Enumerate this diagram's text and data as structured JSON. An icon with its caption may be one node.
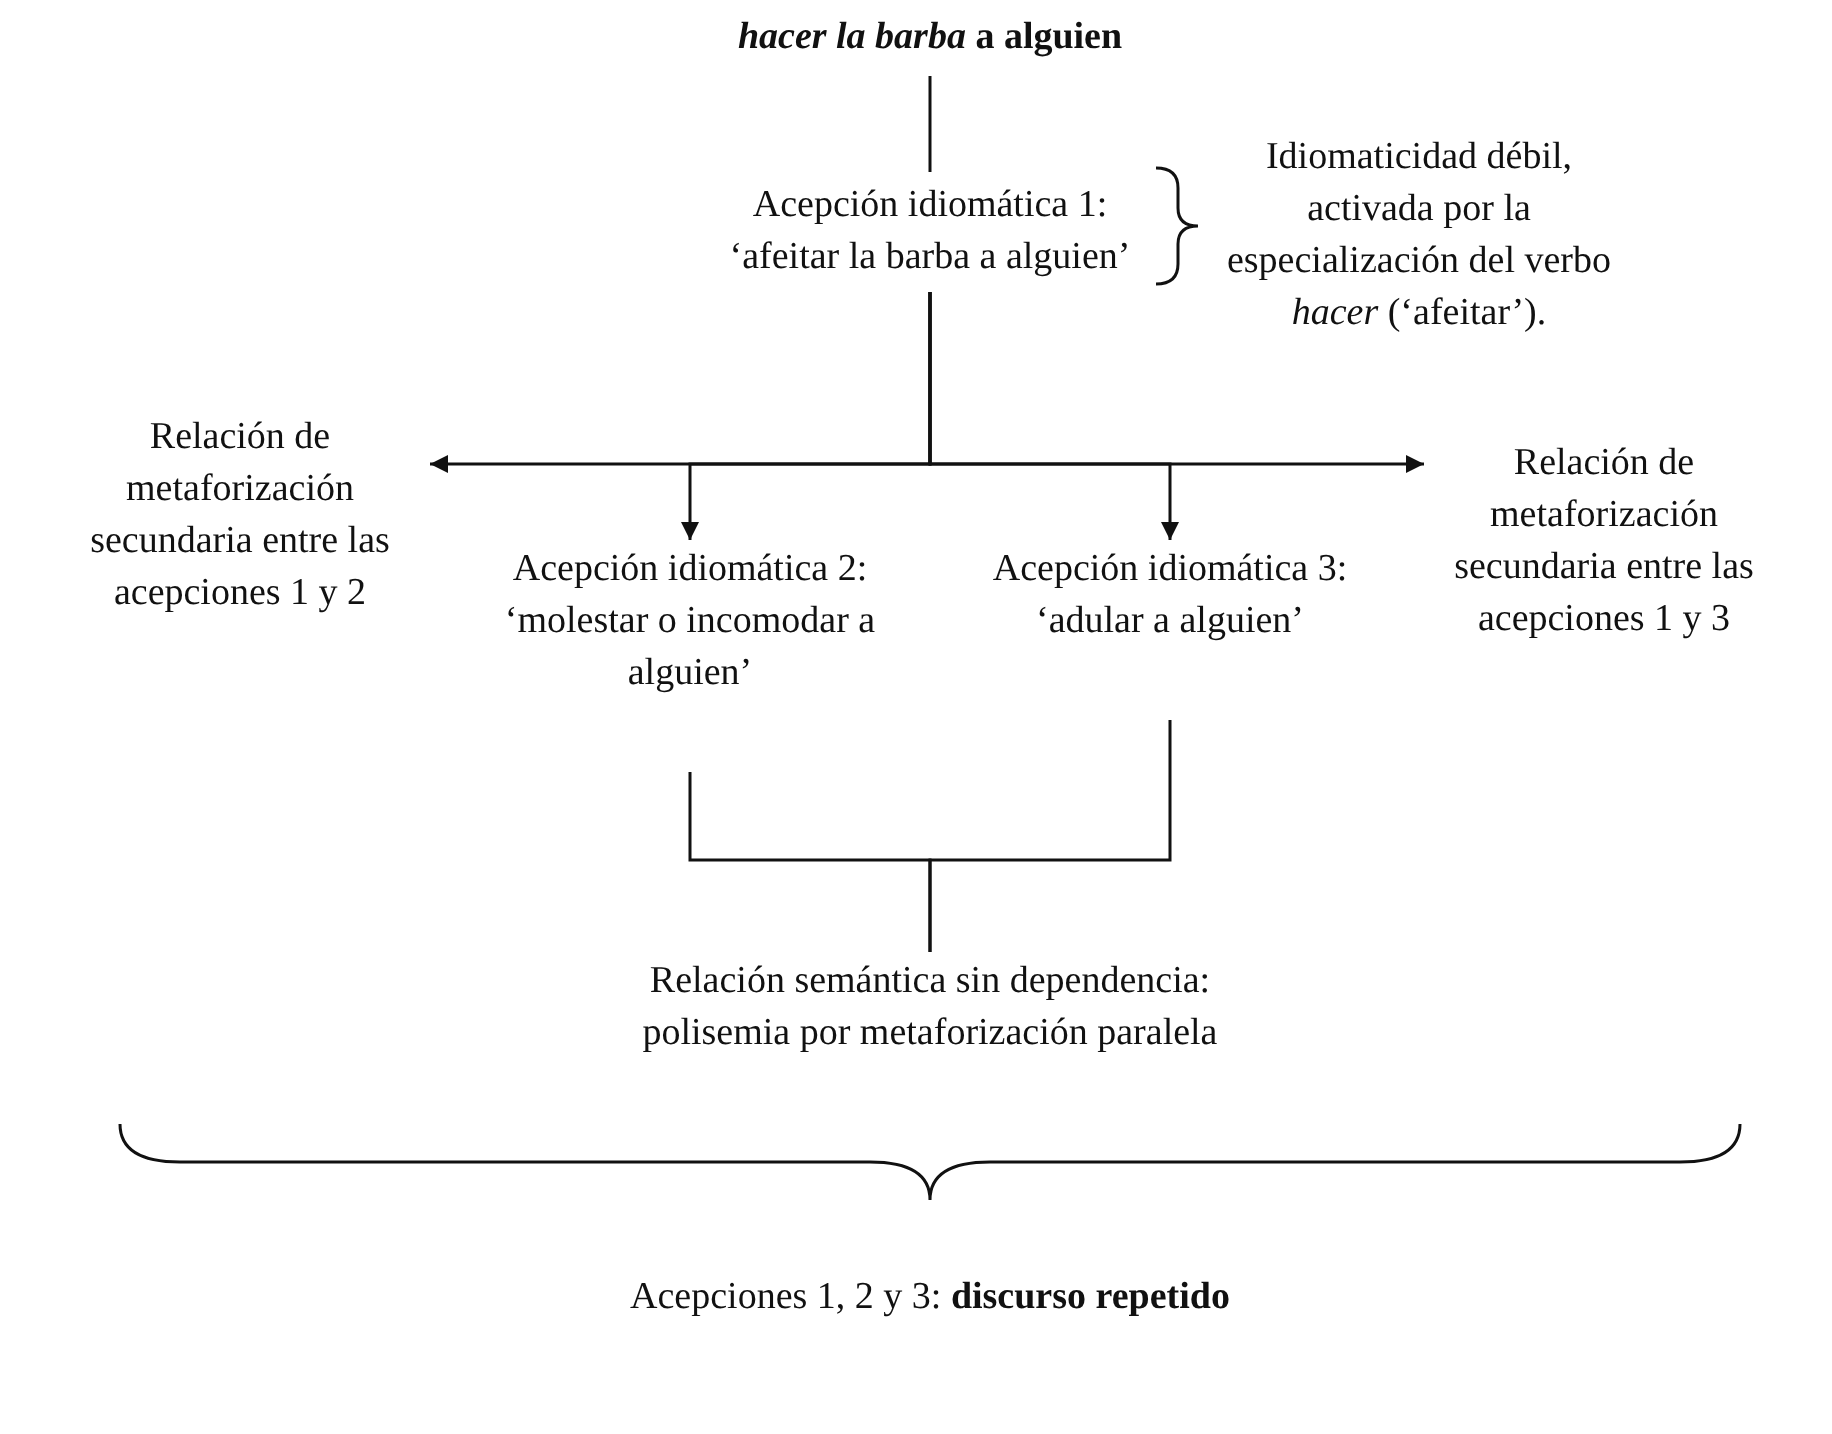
{
  "diagram": {
    "nodes": [
      {
        "text": [
          "*hacer la barba* a alguien"
        ]
      },
      {
        "text": [
          "Acepción idiomática 1: ‘afeitar la barba a alguien’"
        ]
      },
      {
        "text": [
          "Relación de metaforización secundaria entre las acepciones 1 y 2"
        ]
      },
      {
        "text": [
          "Relación de metaforización secundaria entre las acepciones 1 y 3"
        ]
      },
      {
        "text": [
          "Acepción idiomática 2: ‘molestar o incomodar a alguien’"
        ]
      },
      {
        "text": [
          "Acepción idiomática 3: ‘adular a alguien’"
        ]
      },
      {
        "text": [
          "Relación semántica sin dependencia: polisemia por metaforización paralela"
        ]
      }
    ],
    "edges": [
      {
        "from": 0,
        "to": 1,
        "arrow": "none"
      },
      {
        "from": 1,
        "to": 2,
        "arrow": "to"
      },
      {
        "from": 1,
        "to": 3,
        "arrow": "to"
      },
      {
        "from": 1,
        "to": 4,
        "arrow": "to"
      },
      {
        "from": 1,
        "to": 5,
        "arrow": "to"
      },
      {
        "from": 4,
        "to": 6,
        "arrow": "none"
      },
      {
        "from": 5,
        "to": 6,
        "arrow": "none"
      }
    ],
    "labels": [
      "Idiomaticidad débil, activada por la especialización del verbo *hacer* (‘afeitar’).",
      "Acepciones 1, 2 y 3: **discurso repetido**"
    ]
  }
}
